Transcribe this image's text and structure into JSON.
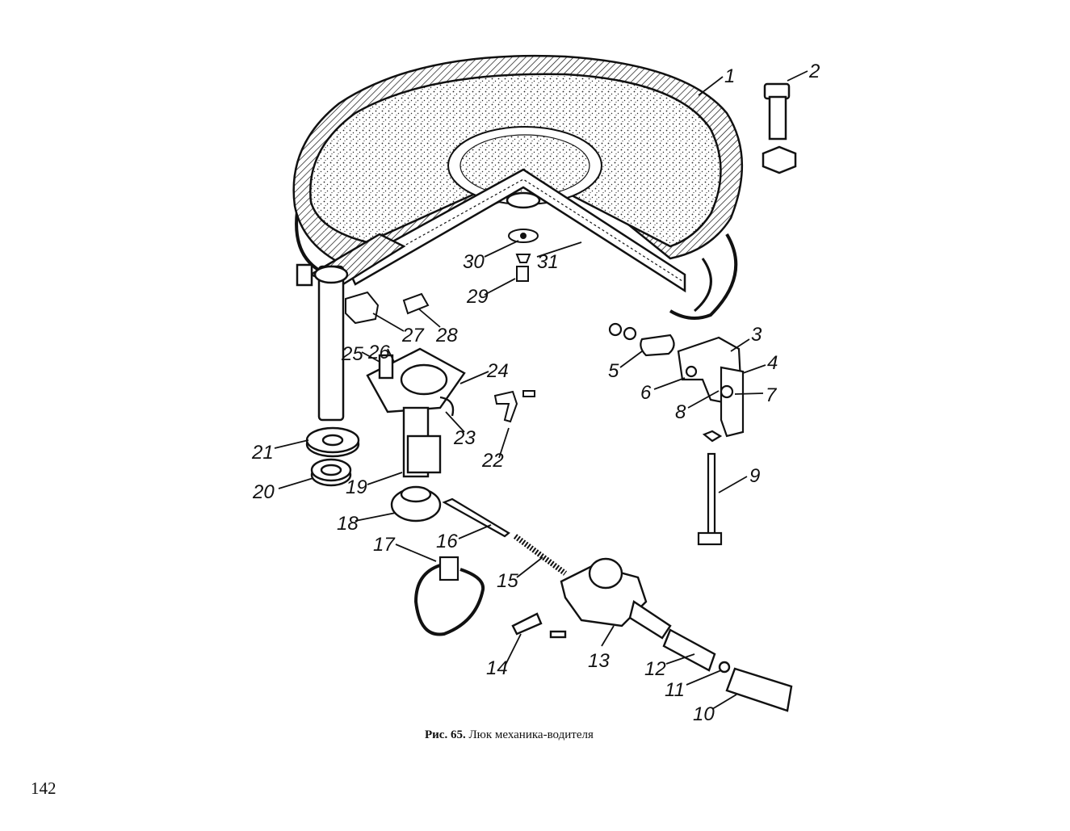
{
  "figure": {
    "caption_label": "Рис. 65.",
    "caption_text": "Люк механика-водителя",
    "callouts": [
      "1",
      "2",
      "3",
      "4",
      "5",
      "6",
      "7",
      "8",
      "9",
      "10",
      "11",
      "12",
      "13",
      "14",
      "15",
      "16",
      "17",
      "18",
      "19",
      "20",
      "21",
      "22",
      "23",
      "24",
      "25",
      "26",
      "27",
      "28",
      "29",
      "30",
      "31"
    ]
  },
  "page": {
    "number": "142"
  }
}
